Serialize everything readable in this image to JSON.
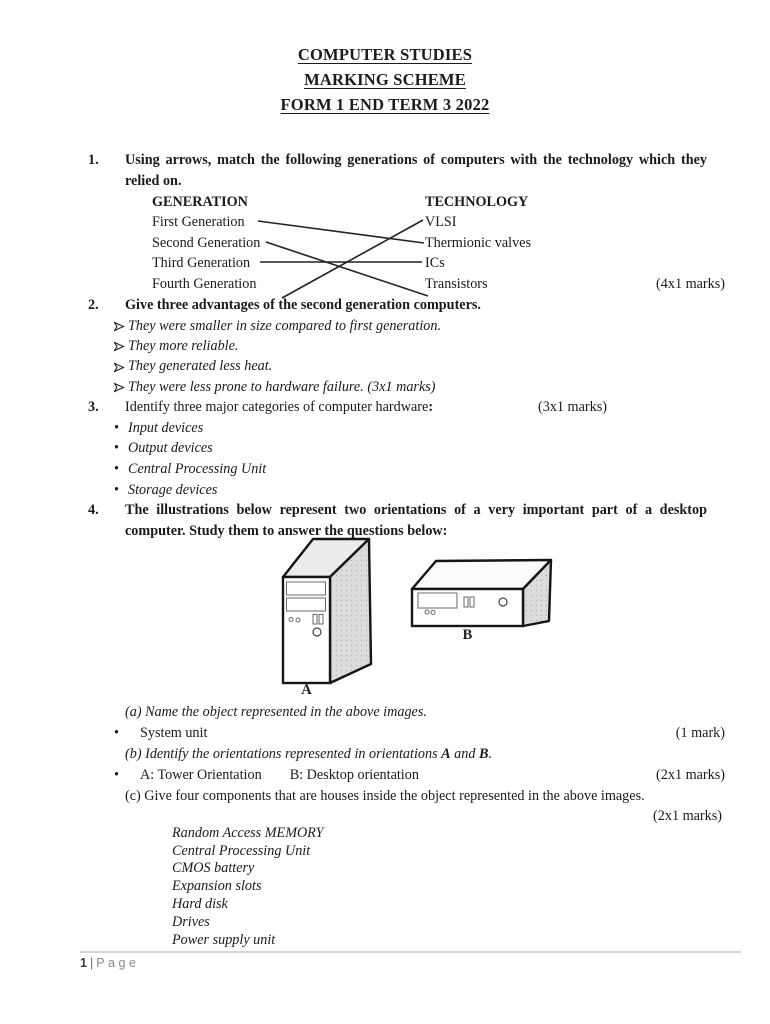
{
  "document": {
    "title_lines": [
      "COMPUTER STUDIES",
      "MARKING SCHEME",
      "FORM 1 END TERM 3 2022"
    ]
  },
  "q1": {
    "number": "1.",
    "question": "Using arrows, match the following generations of computers with the technology which they relied on.",
    "generation_header": "GENERATION",
    "technology_header": "TECHNOLOGY",
    "generations": [
      "First Generation",
      "Second Generation",
      "Third Generation",
      "Fourth Generation"
    ],
    "technologies": [
      "VLSI",
      "Thermionic valves",
      "ICs",
      "Transistors"
    ],
    "matches": [
      {
        "generation": "First Generation",
        "technology": "Thermionic valves"
      },
      {
        "generation": "Second Generation",
        "technology": "Transistors"
      },
      {
        "generation": "Third Generation",
        "technology": "ICs"
      },
      {
        "generation": "Fourth Generation",
        "technology": "VLSI"
      }
    ],
    "marks": "(4x1 marks)"
  },
  "q2": {
    "number": "2.",
    "question": "Give three advantages of the second generation computers.",
    "bullet_style": "arrow",
    "answers": [
      "They were smaller in size compared to first generation.",
      "They more reliable.",
      "They generated less heat.",
      "They were less prone to hardware failure. (3x1 marks)"
    ]
  },
  "q3": {
    "number": "3.",
    "question": "Identify three major categories of computer hardware",
    "colon": ":",
    "marks": "(3x1 marks)",
    "bullet": "•",
    "answers": [
      "Input devices",
      "Output devices",
      "Central Processing Unit",
      "Storage devices"
    ]
  },
  "q4": {
    "number": "4.",
    "question": "The illustrations below represent two orientations of a very important part of a desktop computer. Study them to answer the questions below:",
    "figure": {
      "label_a": "A",
      "label_b": "B"
    },
    "part_a": {
      "label": "(a)",
      "text": "Name the object represented in the above images.",
      "bullet": "•",
      "answer": "System unit",
      "marks": "(1 mark)"
    },
    "part_b": {
      "label": "(b)",
      "text_pre": "Identify the orientations represented in orientations",
      "bold_a": "A",
      "text_mid": "and",
      "bold_b": "B",
      "period": ".",
      "bullet": "•",
      "answer_a": "A: Tower Orientation",
      "answer_b": "B: Desktop orientation",
      "marks": "(2x1 marks)"
    },
    "part_c": {
      "label": "(c)",
      "text": "Give four components that are houses inside the object represented in the above images.",
      "marks": "(2x1 marks)",
      "answers": [
        "Random Access MEMORY",
        "Central Processing Unit",
        "CMOS battery",
        "Expansion slots",
        "Hard disk",
        "Drives",
        "Power supply unit"
      ]
    }
  },
  "footer": {
    "page_number": "1",
    "separator": "|",
    "label": "Page"
  }
}
